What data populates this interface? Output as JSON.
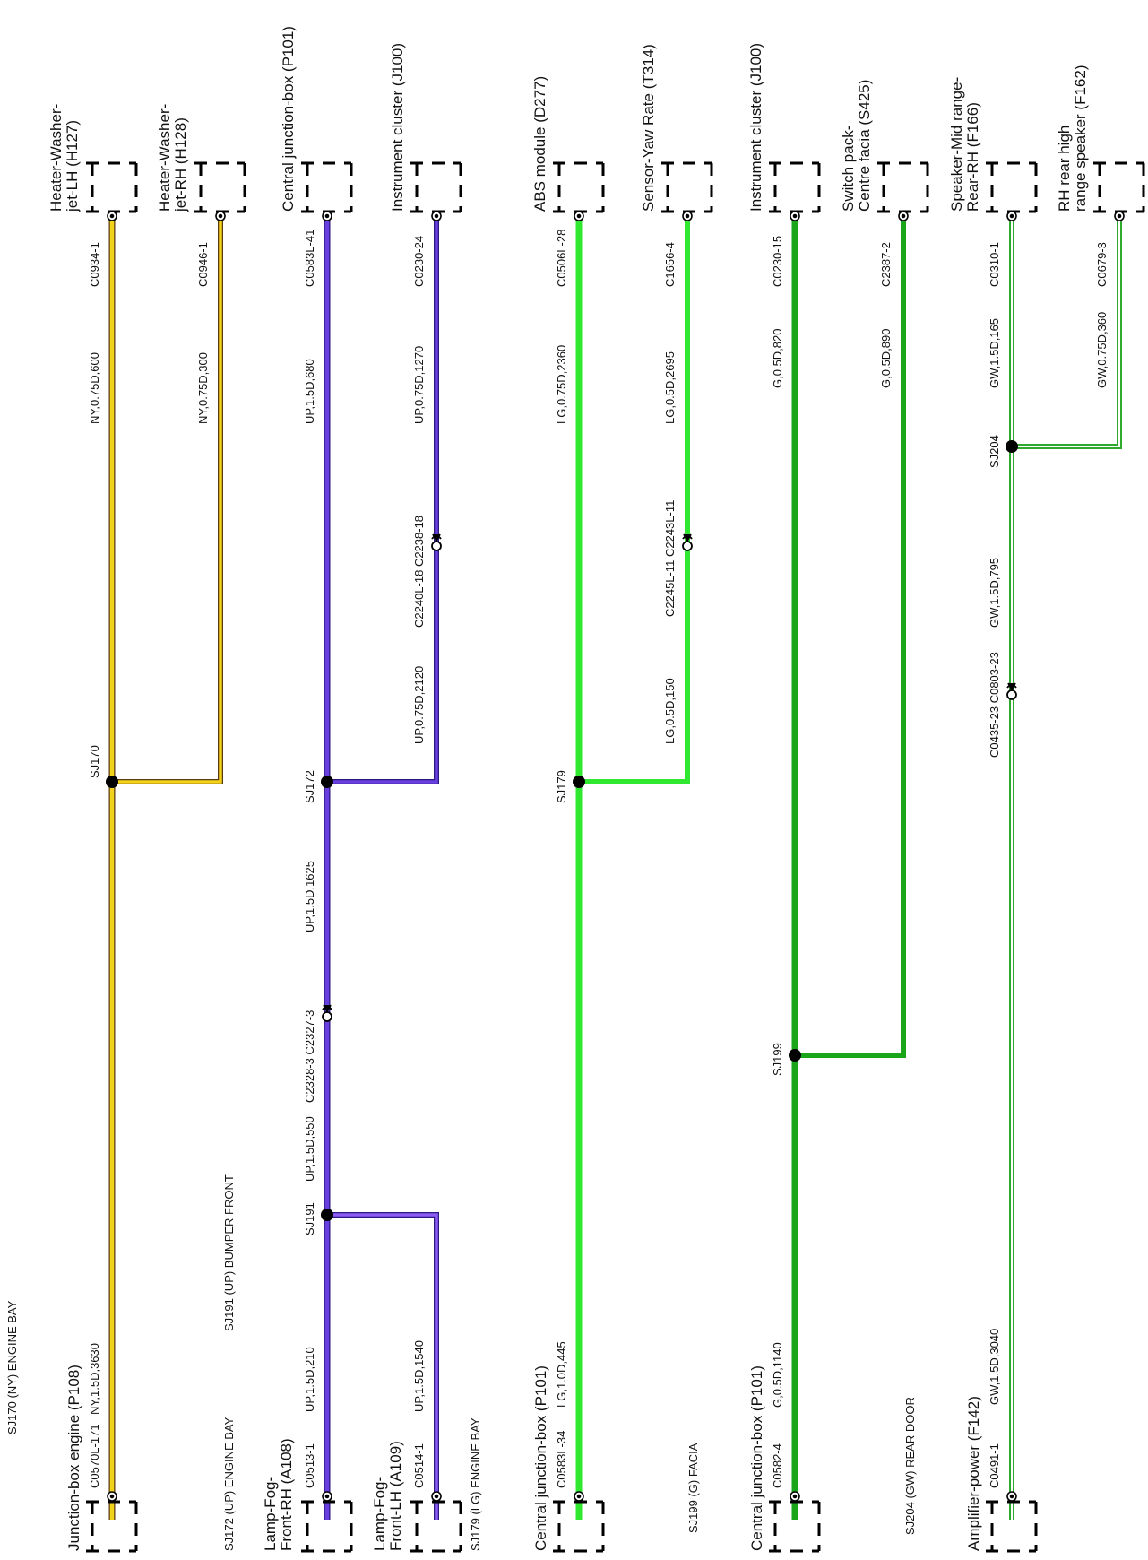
{
  "colors": {
    "NY": "#f3d21a",
    "UP": "#6a3fe0",
    "LG": "#2fe82f",
    "G": "#1aa51a",
    "GW": "#2faa2f",
    "edge": "#5a3a10"
  },
  "icons": [
    "connector-box-icon",
    "pin-socket-icon",
    "inline-connector-icon",
    "splice-dot-icon"
  ],
  "splice_notes": [
    "SJ170 (NY) ENGINE BAY",
    "SJ172 (UP) ENGINE BAY",
    "SJ191 (UP) BUMPER FRONT",
    "SJ179 (LG) ENGINE BAY",
    "SJ199 (G) FACIA",
    "SJ204 (GW) REAR DOOR"
  ],
  "components": {
    "top": [
      [
        "Heater-Washer-",
        "jet-LH (H127)"
      ],
      [
        "Heater-Washer-",
        "jet-RH (H128)"
      ],
      [
        "Central junction-box (P101)"
      ],
      [
        "Instrument cluster (J100)"
      ],
      [
        "ABS module (D277)"
      ],
      [
        "Sensor-Yaw Rate (T314)"
      ],
      [
        "Instrument cluster (J100)"
      ],
      [
        "Switch pack-",
        "Centre facia (S425)"
      ],
      [
        "Speaker-Mid range-",
        "Rear-RH (F166)"
      ],
      [
        "RH rear high",
        "range speaker (F162)"
      ]
    ],
    "bottom": [
      [
        "Junction-box engine (P108)"
      ],
      [
        "Lamp-Fog-",
        "Front-RH (A108)"
      ],
      [
        "Lamp-Fog-",
        "Front-LH (A109)"
      ],
      [
        "Central junction-box (P101)"
      ],
      [
        "Central junction-box (P101)"
      ],
      [
        "Amplifier-power (F142)"
      ]
    ]
  },
  "pins": {
    "top": [
      "C0934-1",
      "C0946-1",
      "C0583L-41",
      "C0230-24",
      "C0506L-28",
      "C1656-4",
      "C0230-15",
      "C2387-2",
      "C0310-1",
      "C0679-3"
    ],
    "bottom": [
      "C0570L-171",
      "C0513-1",
      "C0514-1",
      "C0583L-34",
      "C0582-4",
      "C0491-1"
    ]
  },
  "splices": [
    "SJ170",
    "SJ172",
    "SJ191",
    "SJ179",
    "SJ199",
    "SJ204"
  ],
  "inline_connectors": [
    "C2328-3 C2327-3",
    "C2240L-18 C2238-18",
    "C2245L-11 C2243L-11",
    "C0435-23 C0803-23"
  ],
  "wire_labels": [
    "NY,0.75D,600",
    "NY,0.75D,300",
    "NY,1.5D,3630",
    "UP,1.5D,680",
    "UP,0.75D,1270",
    "UP,0.75D,2120",
    "UP,1.5D,1625",
    "UP,1.5D,550",
    "UP,1.5D,210",
    "UP,1.5D,1540",
    "LG,0.75D,2360",
    "LG,0.5D,2695",
    "LG,0.5D,150",
    "LG,1.0D,445",
    "G,0.5D,820",
    "G,0.5D,890",
    "G,0.5D,1140",
    "GW,1.5D,165",
    "GW,0.75D,360",
    "GW,1.5D,795",
    "GW,1.5D,3040"
  ]
}
